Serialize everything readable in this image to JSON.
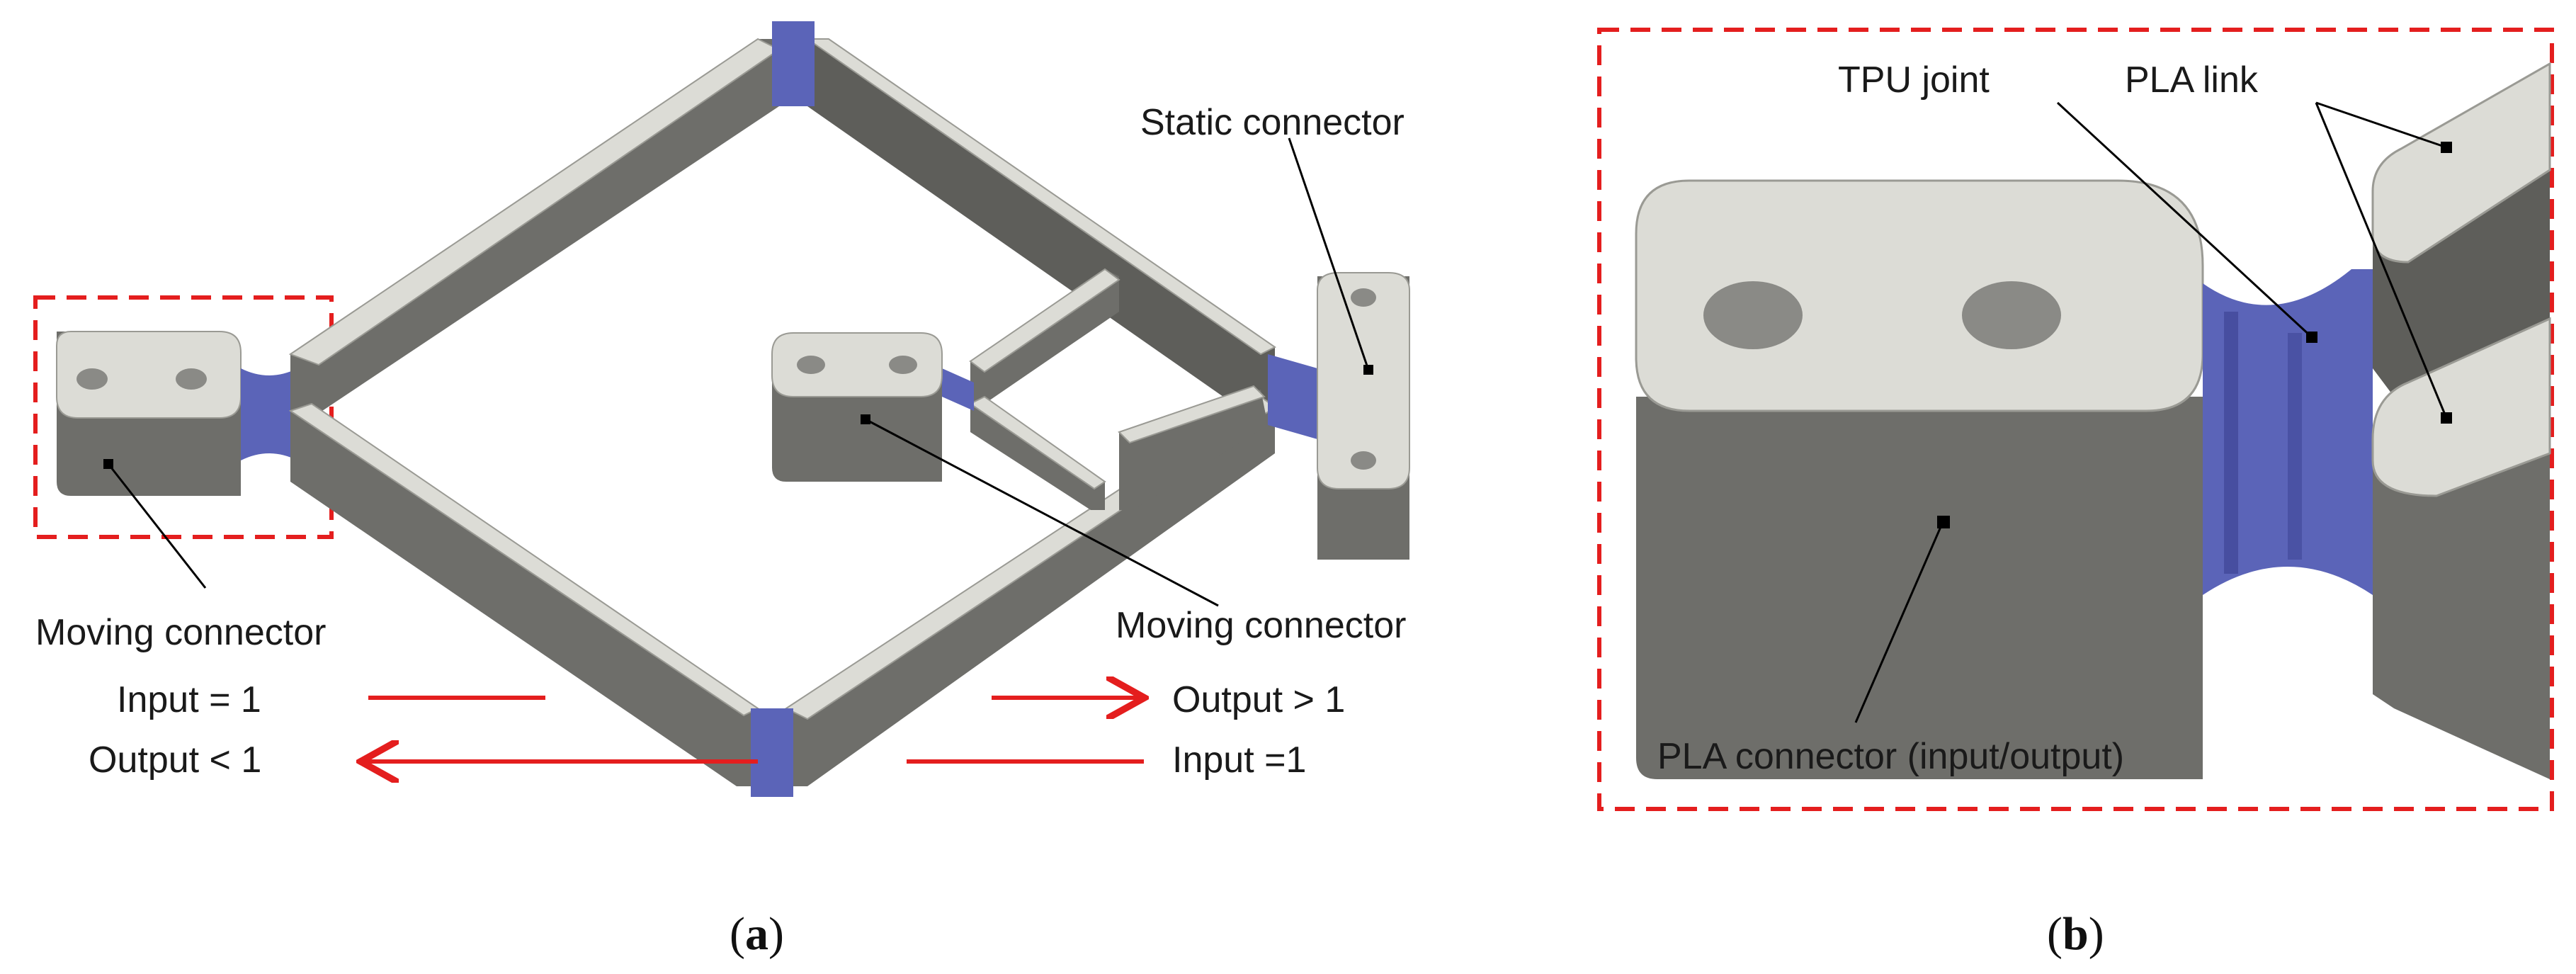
{
  "panel_a": {
    "labels": {
      "static_connector": "Static connector",
      "moving_connector_left": "Moving connector",
      "moving_connector_center": "Moving connector",
      "input_left": "Input = 1",
      "output_left": "Output < 1",
      "output_right": "Output > 1",
      "input_right": "Input =1"
    },
    "caption": "a"
  },
  "panel_b": {
    "labels": {
      "tpu_joint": "TPU joint",
      "pla_link": "PLA link",
      "pla_connector": "PLA connector (input/output)"
    },
    "caption": "b"
  },
  "colors": {
    "pla_top": "#dcdcd6",
    "pla_side": "#6e6e6a",
    "pla_dark": "#5a5a56",
    "tpu": "#5b64b8",
    "tpu_dark": "#3a4090",
    "arrow": "#e41e1e",
    "dashed_box": "#e41e1e"
  }
}
